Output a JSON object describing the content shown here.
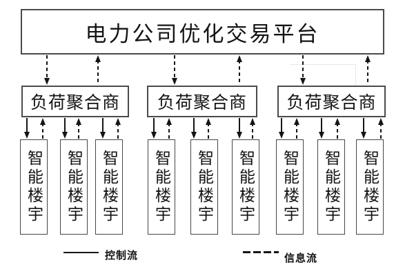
{
  "platform": {
    "label": "电力公司优化交易平台"
  },
  "aggregators": [
    {
      "label": "负荷聚合商"
    },
    {
      "label": "负荷聚合商"
    },
    {
      "label": "负荷聚合商"
    }
  ],
  "buildings": [
    {
      "label": "智能楼宇"
    },
    {
      "label": "智能楼宇"
    },
    {
      "label": "智能楼宇"
    },
    {
      "label": "智能楼宇"
    },
    {
      "label": "智能楼宇"
    },
    {
      "label": "智能楼宇"
    },
    {
      "label": "智能楼宇"
    },
    {
      "label": "智能楼宇"
    },
    {
      "label": "智能楼宇"
    }
  ],
  "legend": {
    "control": {
      "label": "控制流",
      "style": "solid"
    },
    "info": {
      "label": "信息流",
      "style": "dashed"
    }
  },
  "structure": {
    "levels": [
      "电力公司优化交易平台",
      "负荷聚合商",
      "智能楼宇"
    ],
    "aggregator_count": 3,
    "buildings_per_aggregator": 3,
    "platform_aggregator_links": {
      "downward": "dashed",
      "upward": "dashed"
    },
    "aggregator_building_links": {
      "downward": "solid",
      "upward": "dashed"
    }
  },
  "colors": {
    "background": "#ffffff",
    "box_border": "#4a4a4a",
    "line": "#141414",
    "text": "#141414",
    "artifact": "#e8e8e8"
  }
}
